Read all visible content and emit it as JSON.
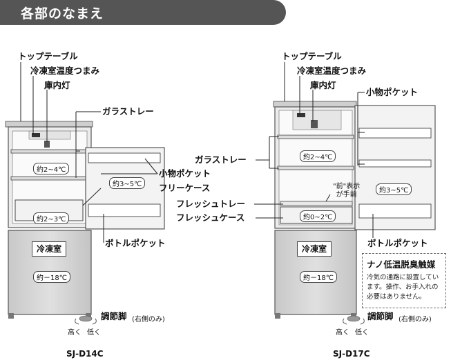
{
  "header": {
    "title": "各部のなまえ"
  },
  "left": {
    "top_table": "トップテーブル",
    "freezer_dial": "冷凍室温度つまみ",
    "interior_light": "庫内灯",
    "glass_tray": "ガラストレー",
    "small_pocket": "小物ポケット",
    "free_case": "フリーケース",
    "bottle_pocket": "ボトルポケット",
    "adjust_feet": "調節脚",
    "adjust_feet_note": "(右側のみ)",
    "high": "高く",
    "low": "低く",
    "temp_fridge": "約2~4℃",
    "temp_door": "約3~5℃",
    "temp_case": "約2~3℃",
    "freezer": "冷凍室",
    "temp_freezer": "約－18℃",
    "model": "SJ-D14C"
  },
  "right": {
    "top_table": "トップテーブル",
    "freezer_dial": "冷凍室温度つまみ",
    "interior_light": "庫内灯",
    "small_pocket": "小物ポケット",
    "glass_tray": "ガラストレー",
    "front_note": "\"前\"表示\nが手前",
    "fresh_tray": "フレッシュトレー",
    "fresh_case": "フレッシュケース",
    "bottle_pocket": "ボトルポケット",
    "adjust_feet": "調節脚",
    "adjust_feet_note": "(右側のみ)",
    "high": "高く",
    "low": "低く",
    "temp_fridge": "約2~4℃",
    "temp_door": "約3~5℃",
    "temp_case": "約0~2℃",
    "freezer": "冷凍室",
    "temp_freezer": "約－18℃",
    "model": "SJ-D17C",
    "nano_title": "ナノ低温脱臭触媒",
    "nano_body": "冷気の通路に設置しています。操作、お手入れの必要はありません。"
  }
}
